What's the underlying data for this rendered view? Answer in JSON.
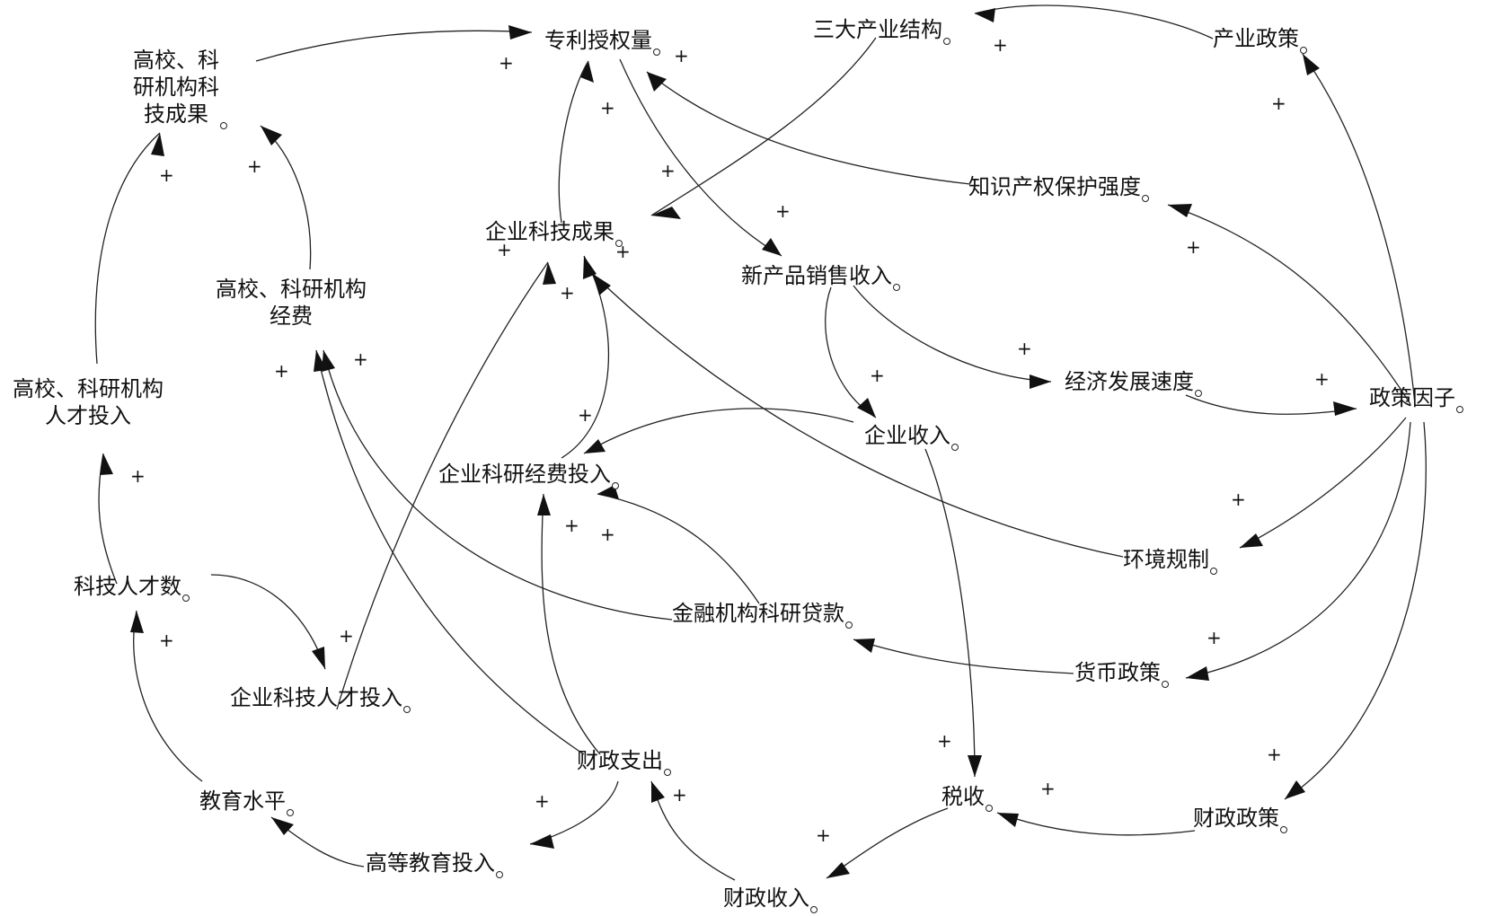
{
  "nodes": {
    "patent": "专利授权量",
    "industry_structure": "三大产业结构",
    "industry_policy": "产业政策",
    "univ_outcome": [
      "高校、科",
      "研机构科",
      "技成果"
    ],
    "enterprise_outcome": "企业科技成果",
    "ip_protection": "知识产权保护强度",
    "new_product_revenue": "新产品销售收入",
    "univ_funding": [
      "高校、科研机构",
      "经费"
    ],
    "univ_talent": [
      "高校、科研机构",
      "人才投入"
    ],
    "econ_speed": "经济发展速度",
    "policy_factor": "政策因子",
    "enterprise_income": "企业收入",
    "enterprise_rd": "企业科研经费投入",
    "env_regulation": "环境规制",
    "talent_count": "科技人才数",
    "finance_loan": "金融机构科研贷款",
    "monetary_policy": "货币政策",
    "enterprise_talent": "企业科技人才投入",
    "fiscal_spending": "财政支出",
    "tax": "税收",
    "fiscal_policy": "财政政策",
    "education_level": "教育水平",
    "higher_edu_investment": "高等教育投入",
    "fiscal_revenue": "财政收入"
  },
  "polarity": "+"
}
